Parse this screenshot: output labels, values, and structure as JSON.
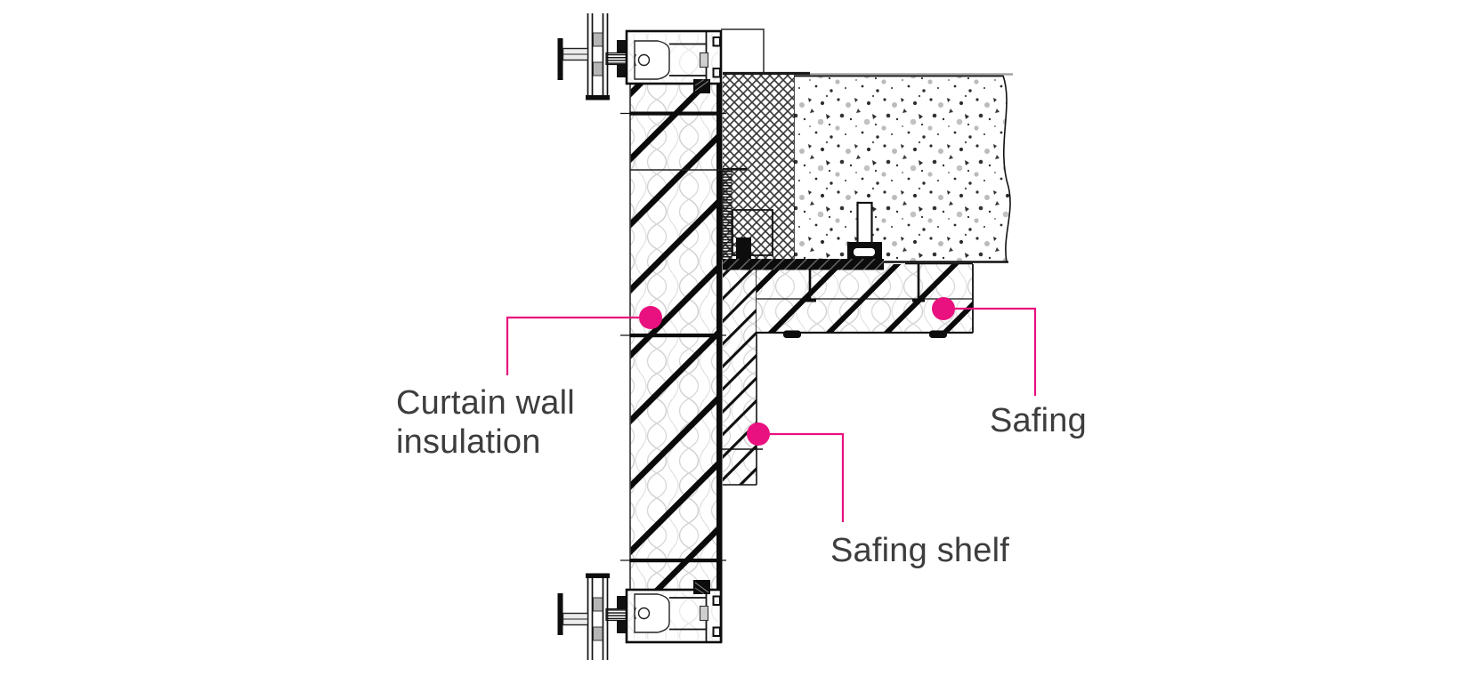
{
  "drawing": {
    "callouts": {
      "curtain_wall_insulation": {
        "label": "Curtain wall insulation"
      },
      "safing": {
        "label": "Safing"
      },
      "safing_shelf": {
        "label": "Safing shelf"
      }
    },
    "colors": {
      "accent_pink": "#e9107f",
      "ink": "#111111",
      "label_text": "#3d3d3d"
    }
  }
}
